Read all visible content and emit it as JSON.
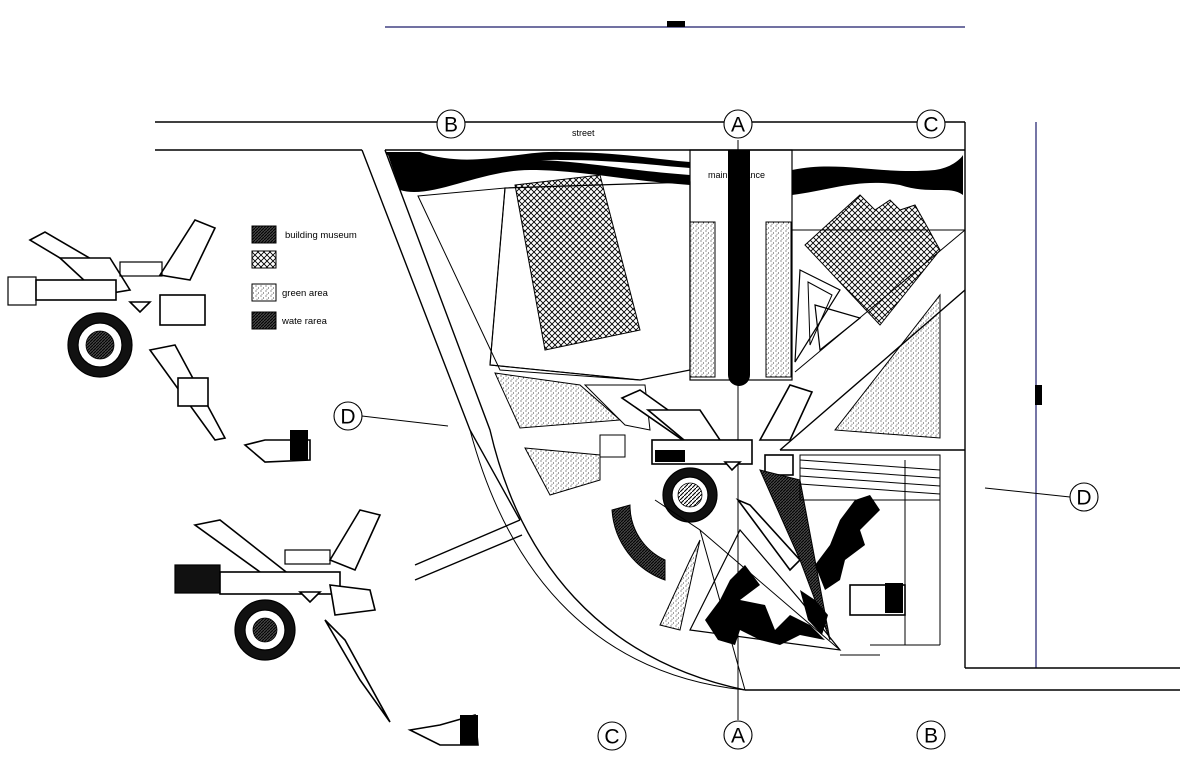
{
  "labels": {
    "street": "street",
    "main_entrance": "main entrance"
  },
  "section_markers": {
    "top_b": "B",
    "top_a": "A",
    "top_c": "C",
    "left_d": "D",
    "right_d": "D",
    "bottom_c": "C",
    "bottom_a": "A",
    "bottom_b": "B"
  },
  "legend": {
    "items": [
      {
        "pattern": "diagonal-hatch",
        "label": "building museum"
      },
      {
        "pattern": "cross-hatch",
        "label": ""
      },
      {
        "pattern": "dotted",
        "label": "green area"
      },
      {
        "pattern": "dark-hatch",
        "label": "wate rarea"
      }
    ]
  }
}
